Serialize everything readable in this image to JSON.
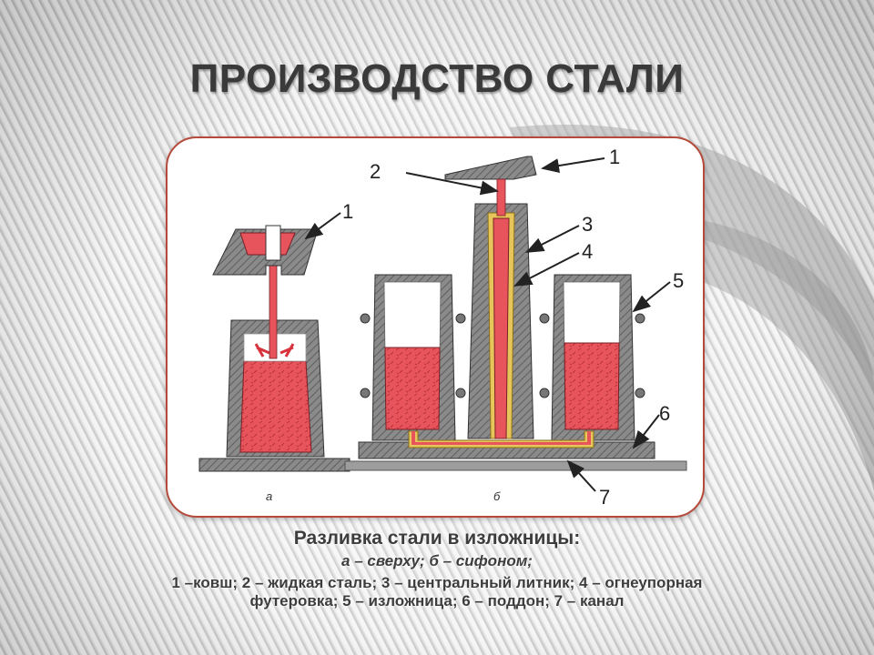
{
  "title": "ПРОИЗВОДСТВО СТАЛИ",
  "figure": {
    "callouts": [
      "1",
      "2",
      "1",
      "3",
      "4",
      "5",
      "6",
      "7"
    ],
    "sublabels": [
      "а",
      "б"
    ]
  },
  "caption": {
    "title": "Разливка стали в изложницы:",
    "subtitle": "а – сверху; б – сифоном;",
    "legend_line1": "1 –ковш; 2 – жидкая сталь; 3 – центральный литник; 4 – огнеупорная",
    "legend_line2": "футеровка; 5 – изложница;  6 – поддон; 7 – канал"
  },
  "colors": {
    "steel": "#e8545c",
    "mold": "#7a7a7a",
    "lining": "#e6c65a",
    "frame": "#b54a3a",
    "text": "#3d3d3d"
  }
}
